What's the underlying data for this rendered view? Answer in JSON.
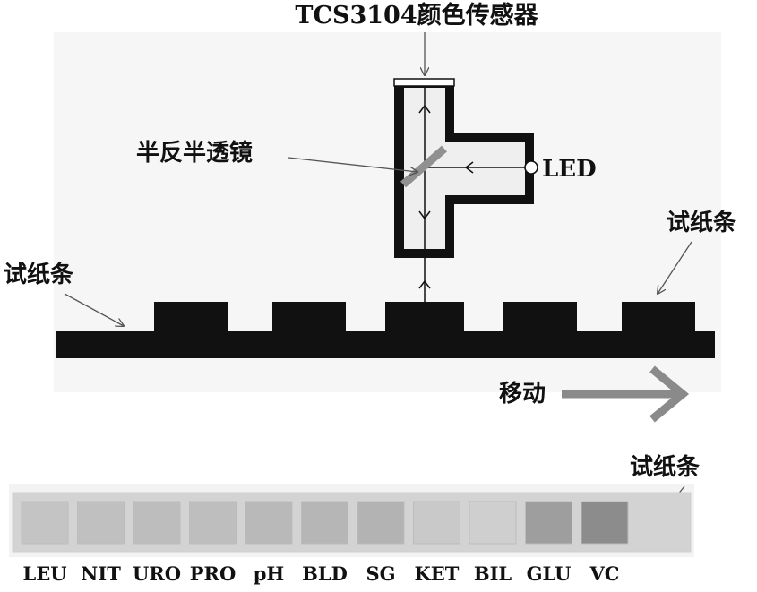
{
  "title": "TCS3104颜色传感器",
  "labels": {
    "splitter": "半反半透镜",
    "led": "LED",
    "strip_right": "试纸条",
    "strip_left": "试纸条",
    "move": "移动",
    "strip_bottom": "试纸条"
  },
  "pads": [
    {
      "name": "LEU",
      "color": "#c4c4c4"
    },
    {
      "name": "NIT",
      "color": "#c0c0c0"
    },
    {
      "name": "URO",
      "color": "#bdbdbd"
    },
    {
      "name": "PRO",
      "color": "#bebebe"
    },
    {
      "name": "pH",
      "color": "#b9b9b9"
    },
    {
      "name": "BLD",
      "color": "#b6b6b6"
    },
    {
      "name": "SG",
      "color": "#b3b3b3"
    },
    {
      "name": "KET",
      "color": "#c9c9c9"
    },
    {
      "name": "BIL",
      "color": "#cfcfcf"
    },
    {
      "name": "GLU",
      "color": "#9e9e9e"
    },
    {
      "name": "VC",
      "color": "#8c8c8c"
    }
  ],
  "colors": {
    "strip_body": "#111111",
    "sensor_body": "#111111",
    "sensor_inner": "#efefef",
    "mirror": "#909090",
    "move_arrow": "#8a8a8a",
    "bottom_strip": "#d3d3d3"
  }
}
